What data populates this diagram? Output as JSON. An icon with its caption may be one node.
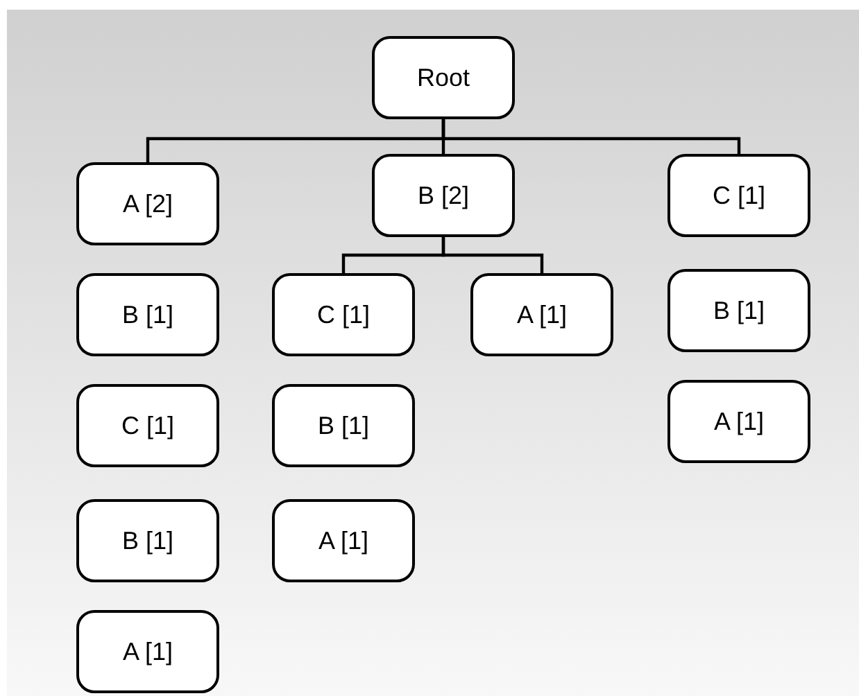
{
  "diagram": {
    "nodes": [
      {
        "text": [
          "Root"
        ]
      },
      {
        "text": [
          "A [2]"
        ]
      },
      {
        "text": [
          "B [2]"
        ]
      },
      {
        "text": [
          "C [1]"
        ]
      },
      {
        "text": [
          "B [1]"
        ]
      },
      {
        "text": [
          "C [1]"
        ]
      },
      {
        "text": [
          "A [1]"
        ]
      },
      {
        "text": [
          "B [1]"
        ]
      },
      {
        "text": [
          "C [1]"
        ]
      },
      {
        "text": [
          "B [1]"
        ]
      },
      {
        "text": [
          "A [1]"
        ]
      },
      {
        "text": [
          "B [1]"
        ]
      },
      {
        "text": [
          "A [1]"
        ]
      },
      {
        "text": [
          "A [1]"
        ]
      }
    ],
    "edges": [
      {
        "from": 0,
        "to": 1,
        "arrow": "none"
      },
      {
        "from": 0,
        "to": 2,
        "arrow": "none"
      },
      {
        "from": 0,
        "to": 3,
        "arrow": "none"
      },
      {
        "from": 2,
        "to": 5,
        "arrow": "none"
      },
      {
        "from": 2,
        "to": 6,
        "arrow": "none"
      }
    ]
  }
}
